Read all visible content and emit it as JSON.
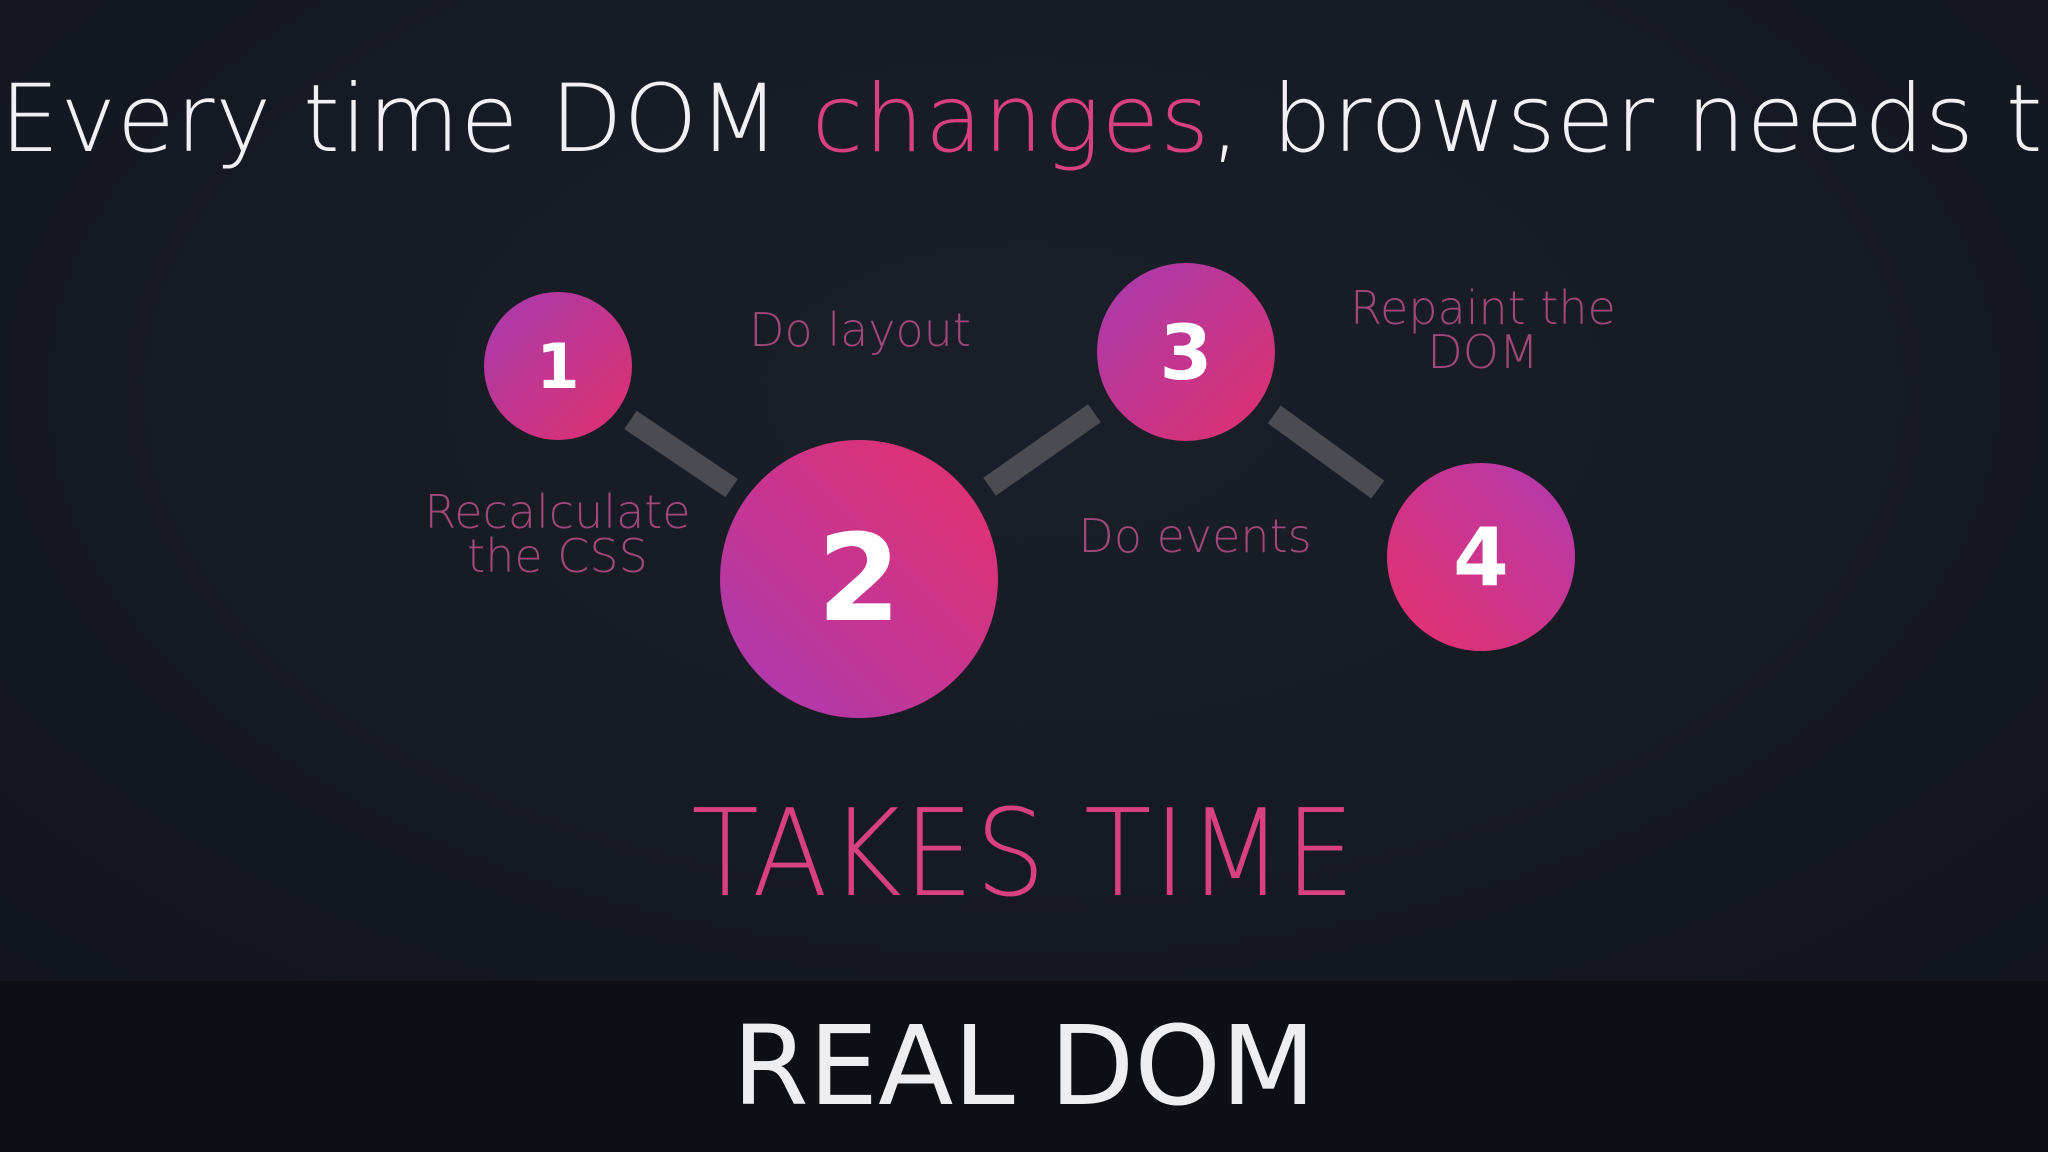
{
  "headline": {
    "before": "Every time DOM ",
    "accent": "changes",
    "after": ", browser needs to"
  },
  "steps": [
    {
      "number": "1",
      "label_line1": "Recalculate",
      "label_line2": "the CSS"
    },
    {
      "number": "2",
      "label_line1": "Do layout"
    },
    {
      "number": "3",
      "label_line1": "Do events"
    },
    {
      "number": "4",
      "label_line1": "Repaint the",
      "label_line2": "DOM"
    }
  ],
  "emphasis": "TAKES TIME",
  "footer": {
    "title": "REAL DOM"
  },
  "colors": {
    "accent": "#d8407e",
    "label": "#a24878",
    "background": "#161a23",
    "connector": "#4a4c51",
    "footer_bg": "#0d0f14"
  }
}
